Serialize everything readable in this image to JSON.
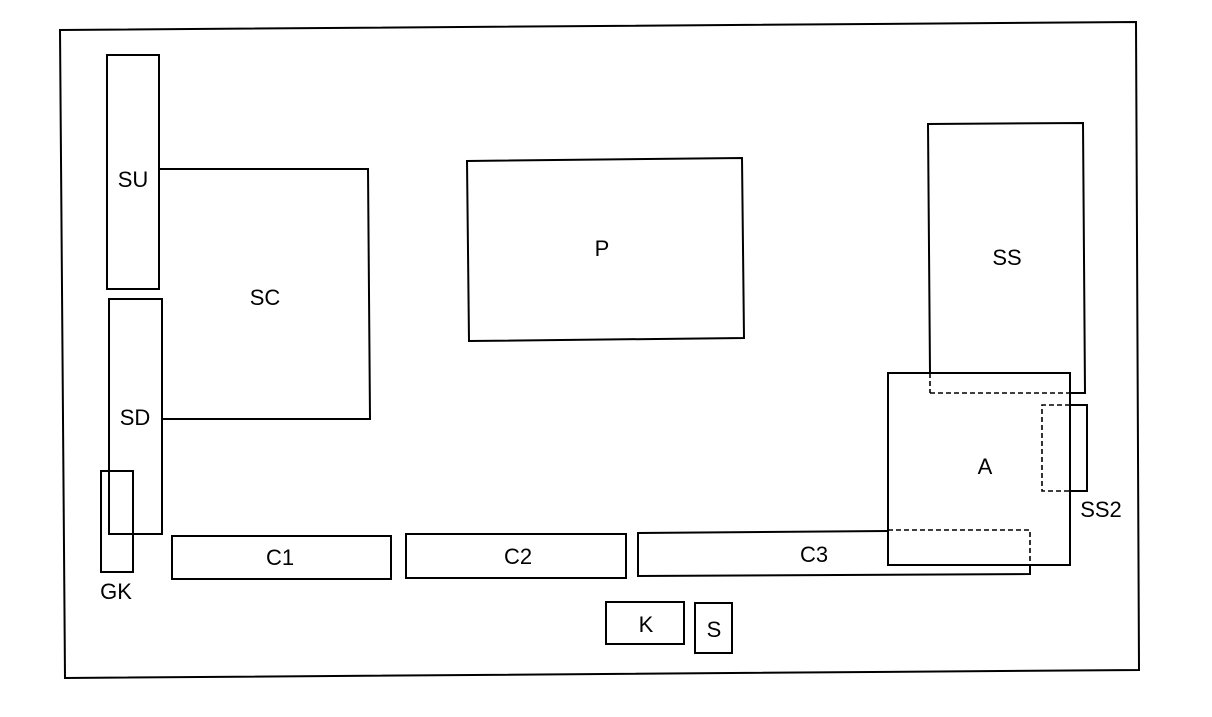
{
  "diagram": {
    "labels": {
      "SU": "SU",
      "SC": "SC",
      "SD": "SD",
      "GK": "GK",
      "P": "P",
      "SS": "SS",
      "A": "A",
      "SS2": "SS2",
      "C1": "C1",
      "C2": "C2",
      "C3": "C3",
      "K": "K",
      "S": "S"
    },
    "line_color": "#000000",
    "background_color": "#ffffff"
  }
}
